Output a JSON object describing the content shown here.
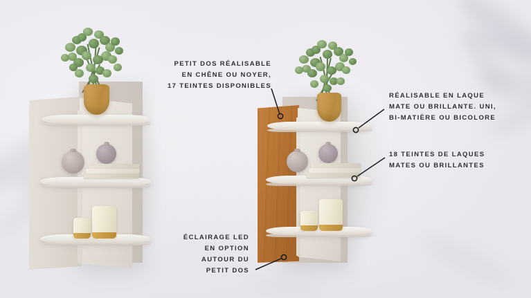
{
  "scene": {
    "background_color": "#e8e7ec",
    "type": "product-annotation-visual"
  },
  "callouts": [
    {
      "id": "callout-wood-back",
      "align": "right",
      "lines": [
        "PETIT DOS RÉALISABLE",
        "EN CHÊNE OU NOYER,",
        "17 TEINTES DISPONIBLES"
      ]
    },
    {
      "id": "callout-lacquer",
      "align": "left",
      "lines": [
        "RÉALISABLE EN LAQUE",
        "MATE OU BRILLANTE. UNI,",
        "BI-MATIÈRE OU BICOLORE"
      ]
    },
    {
      "id": "callout-tints",
      "align": "left",
      "lines": [
        "18 TEINTES DE LAQUES",
        "MATES OU BRILLANTES"
      ]
    },
    {
      "id": "callout-led",
      "align": "right",
      "lines": [
        "ÉCLAIRAGE LED",
        "EN OPTION",
        "AUTOUR DU",
        "PETIT DOS"
      ]
    }
  ],
  "products": [
    {
      "id": "shelf-unit-white",
      "back_panel_finish": "lacquer",
      "back_panel_color": "#cfc7bf",
      "shelf_color": "#ece7e1",
      "shelf_count": 3,
      "decor": [
        "eucalyptus-plant-gold-pot",
        "round-vase",
        "small-vase",
        "stacked-books",
        "candle-large",
        "candle-small"
      ]
    },
    {
      "id": "shelf-unit-oak",
      "back_panel_finish": "oak-wood",
      "back_panel_color": "#bb7634",
      "shelf_color": "#ece7e1",
      "shelf_count": 3,
      "decor": [
        "eucalyptus-plant-gold-pot",
        "round-vase",
        "small-vase",
        "stacked-books",
        "candle-large",
        "candle-small"
      ]
    }
  ],
  "colors": {
    "text": "#2f3033",
    "leader_line": "#1d1d1f",
    "wood": "#bb7634",
    "lacquer": "#cfc7bf",
    "gold": "#c79a4f"
  }
}
